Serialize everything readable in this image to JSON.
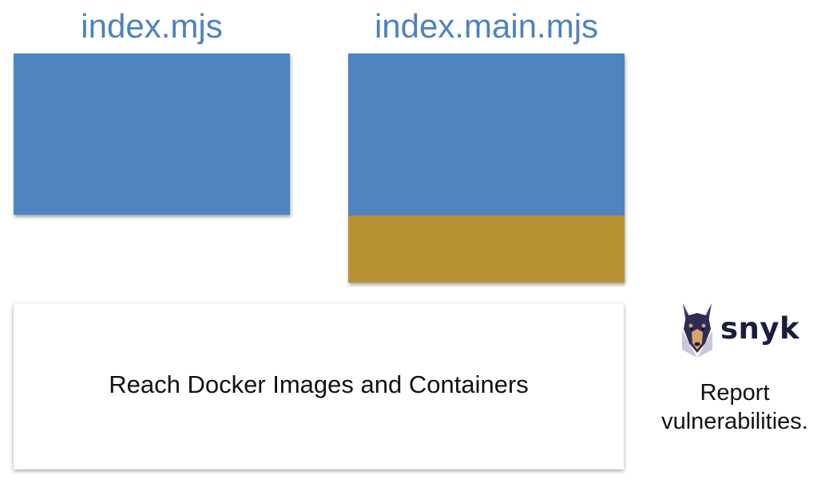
{
  "left_box": {
    "title": "index.mjs",
    "color": "#4f84bf"
  },
  "right_box": {
    "title": "index.main.mjs",
    "top_color": "#4f84bf",
    "bottom_color": "#b89232"
  },
  "panel": {
    "text": "Reach Docker Images and Containers"
  },
  "snyk": {
    "logo_icon": "doberman-icon",
    "wordmark": "snyk",
    "report_line1": "Report",
    "report_line2": "vulnerabilities."
  }
}
